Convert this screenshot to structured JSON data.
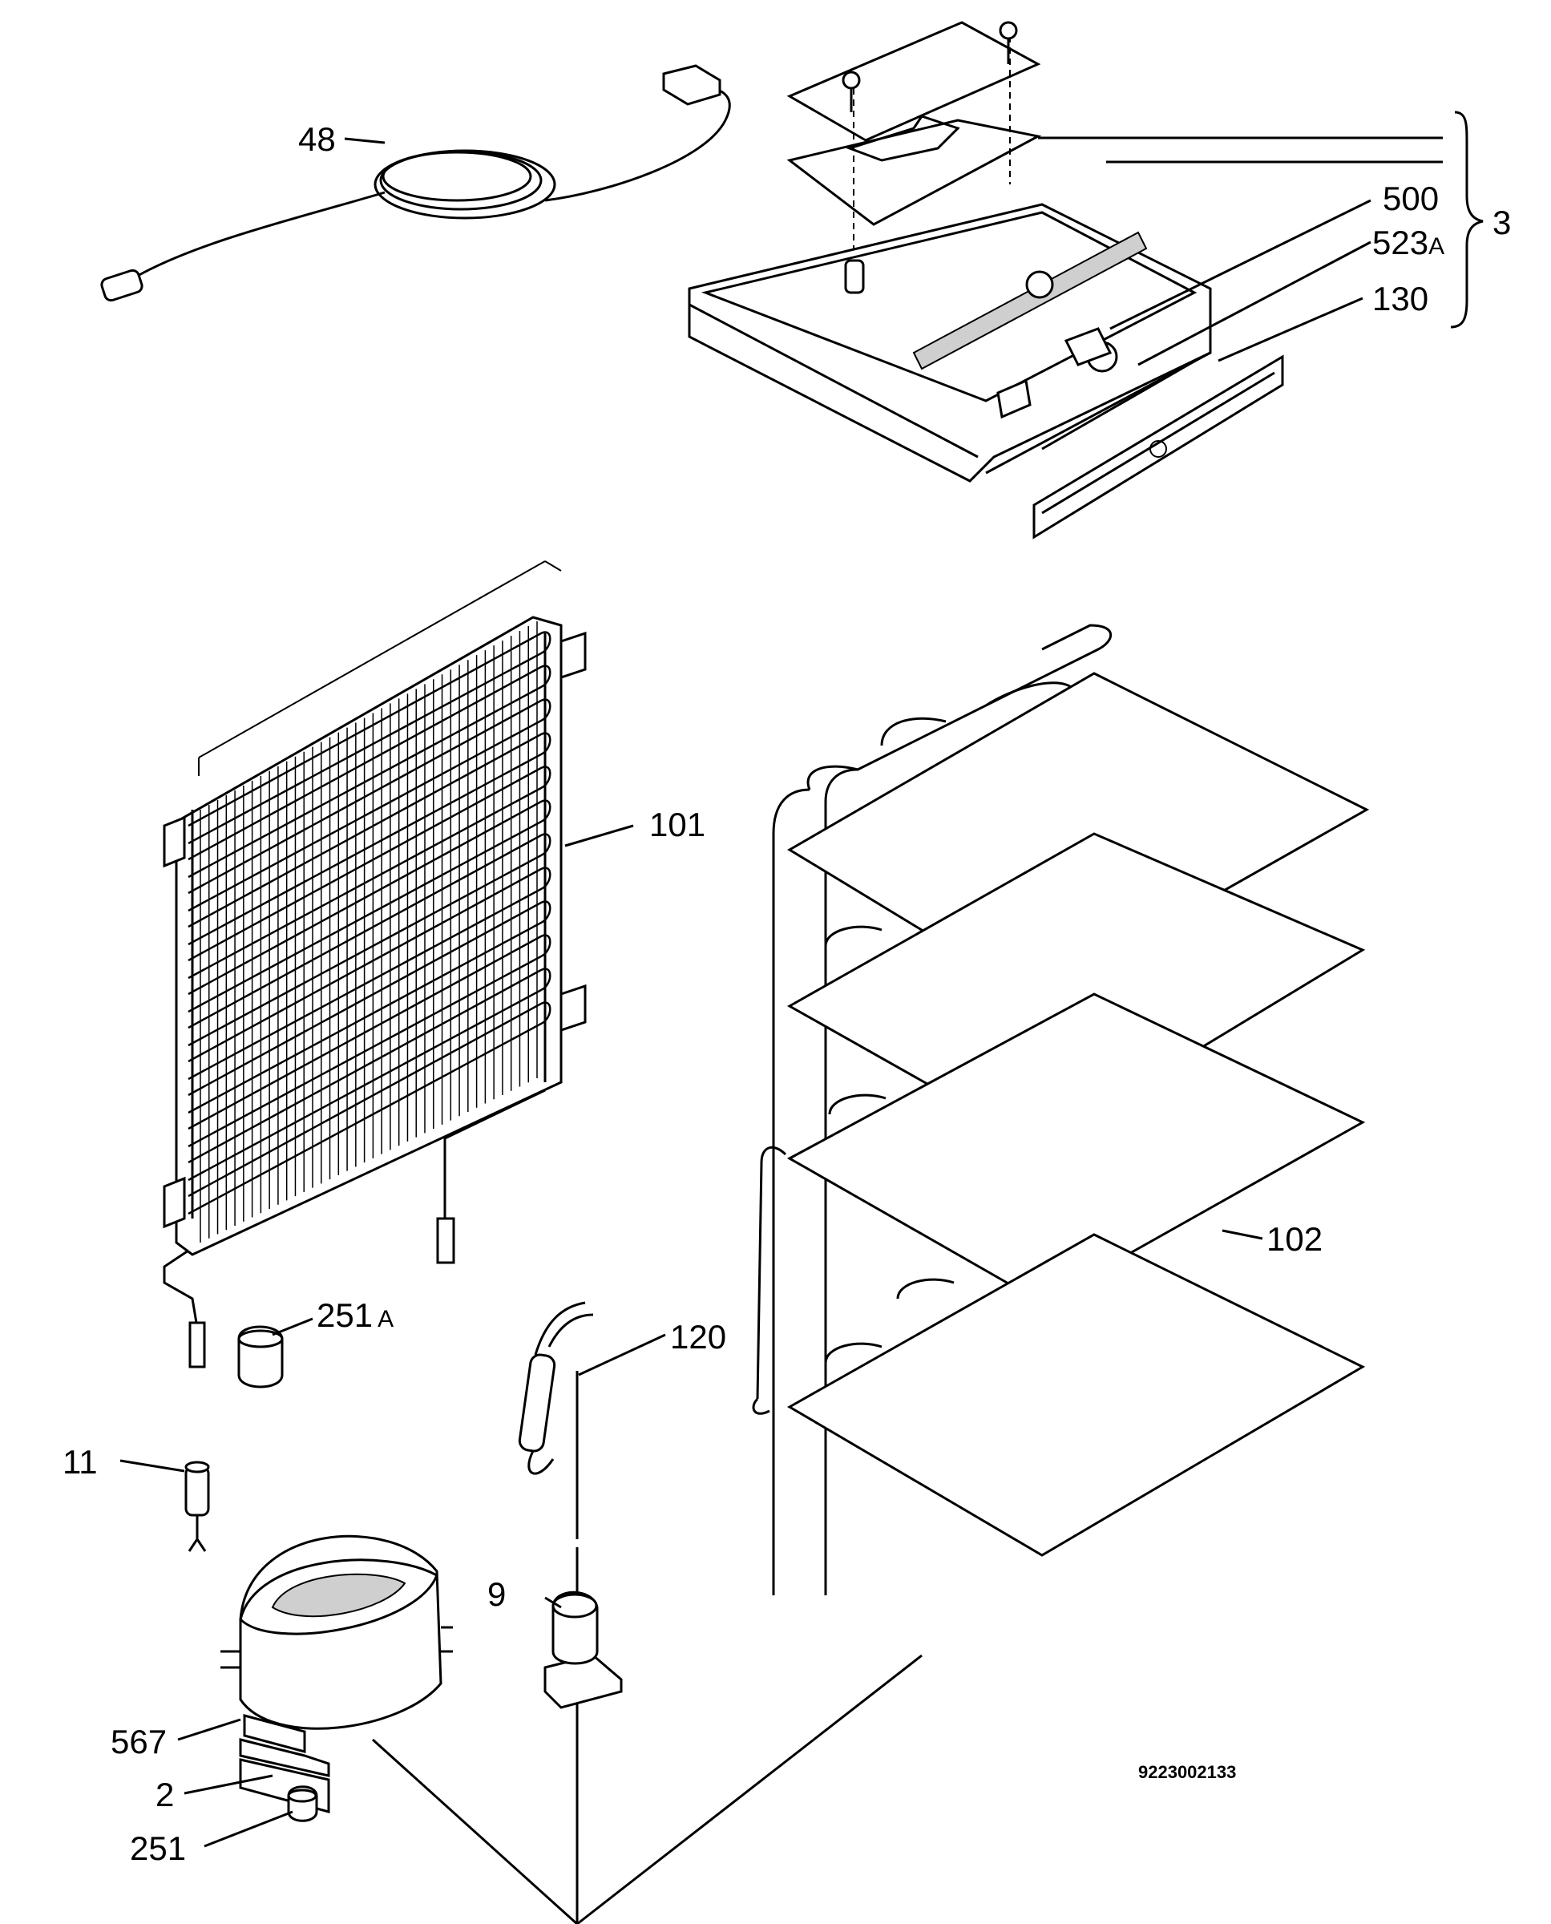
{
  "labels": {
    "sensor_cable": "48",
    "control_group": "3",
    "control_pcb": "500",
    "control_knob": "523",
    "control_knob_suffix": "A",
    "control_panel": "130",
    "condenser": "101",
    "evaporator": "102",
    "drier_clip": "251",
    "drier_clip_suffix": "A",
    "capillary_drier": "120",
    "relay": "11",
    "clamp": "9",
    "compressor_bracket": "567",
    "compressor": "2",
    "grommet": "251"
  },
  "diagram_code": "9223002133"
}
